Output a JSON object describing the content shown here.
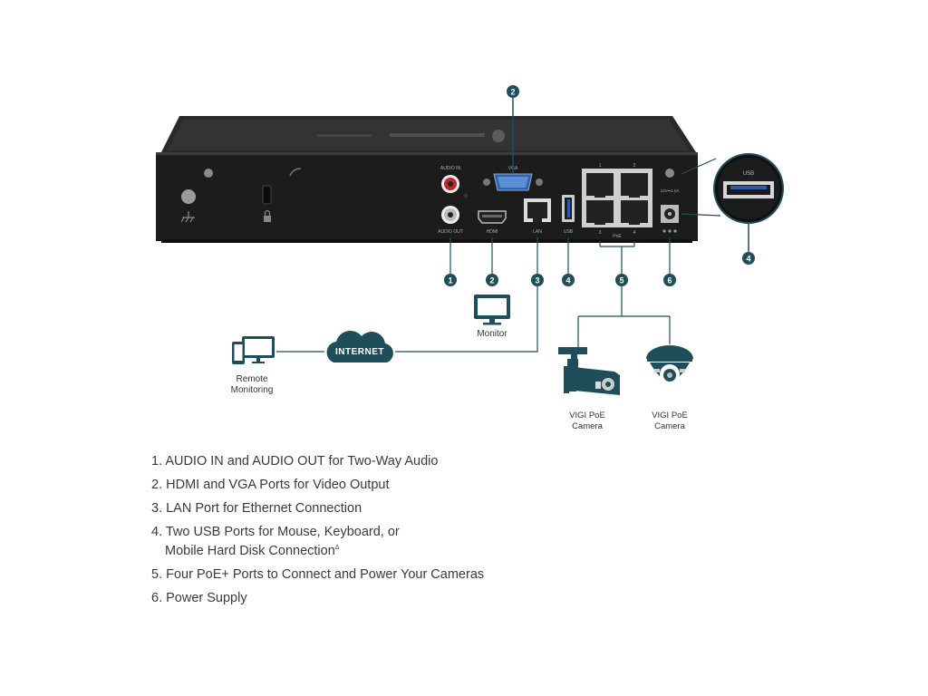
{
  "device": {
    "port_labels": {
      "audio_in": "AUDIO IN",
      "audio_out": "AUDIO OUT",
      "vga": "VGA",
      "hdmi": "HDMI",
      "lan": "LAN",
      "usb": "USB",
      "poe": "PoE",
      "power": "12V⎓1.0A"
    },
    "port_numbers": [
      "1",
      "2",
      "3",
      "4"
    ],
    "usb_zoom_label": "USB"
  },
  "callouts": [
    "1",
    "2",
    "3",
    "4",
    "5",
    "6"
  ],
  "nodes": {
    "monitor": "Monitor",
    "internet": "INTERNET",
    "remote": [
      "Remote",
      "Monitoring"
    ],
    "camera_bullet": [
      "VIGI PoE",
      "Camera"
    ],
    "camera_turret": [
      "VIGI PoE",
      "Camera"
    ]
  },
  "legend": [
    "1. AUDIO IN and AUDIO OUT for Two-Way Audio",
    "2. HDMI and VGA Ports for Video Output",
    "3. LAN Port for Ethernet Connection",
    "4. Two USB Ports for Mouse, Keyboard, or",
    "Mobile Hard Disk Connection",
    "5. Four PoE+ Ports to Connect and Power Your Cameras",
    "6. Power Supply"
  ],
  "legend_note_mark": "Δ",
  "colors": {
    "accent": "#1f4e5a",
    "device_body": "#1c1c1c",
    "text": "#3a3a3a"
  }
}
